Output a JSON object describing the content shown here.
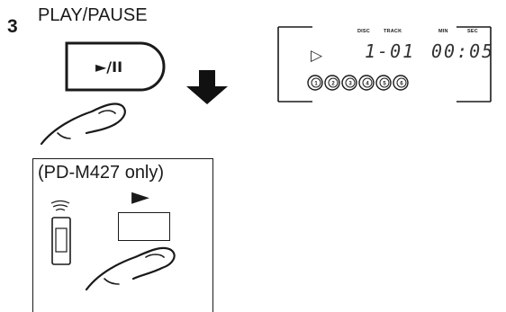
{
  "step": {
    "number": "3",
    "title": "PLAY/PAUSE"
  },
  "button": {
    "label": "►/II"
  },
  "display": {
    "labels": {
      "disc": "DISC",
      "track": "TRACK",
      "min": "MIN",
      "sec": "SEC"
    },
    "play_indicator": "▷",
    "disc_track": "1-01",
    "time": "00:05",
    "disc_slots": [
      "1",
      "2",
      "3",
      "4",
      "5",
      "6"
    ]
  },
  "remote_panel": {
    "note": "(PD-M427 only)",
    "play_symbol": "►"
  },
  "colors": {
    "ink": "#1a1a1a",
    "lcd_digits": "#444444",
    "arrow": "#111111"
  },
  "icons": {
    "down_arrow": "down-arrow-icon",
    "hand": "pointing-hand-icon",
    "remote": "remote-control-icon",
    "signal": "infrared-signal-icon",
    "play_indicator": "play-indicator-icon",
    "disc_slot": "disc-slot-icon"
  }
}
